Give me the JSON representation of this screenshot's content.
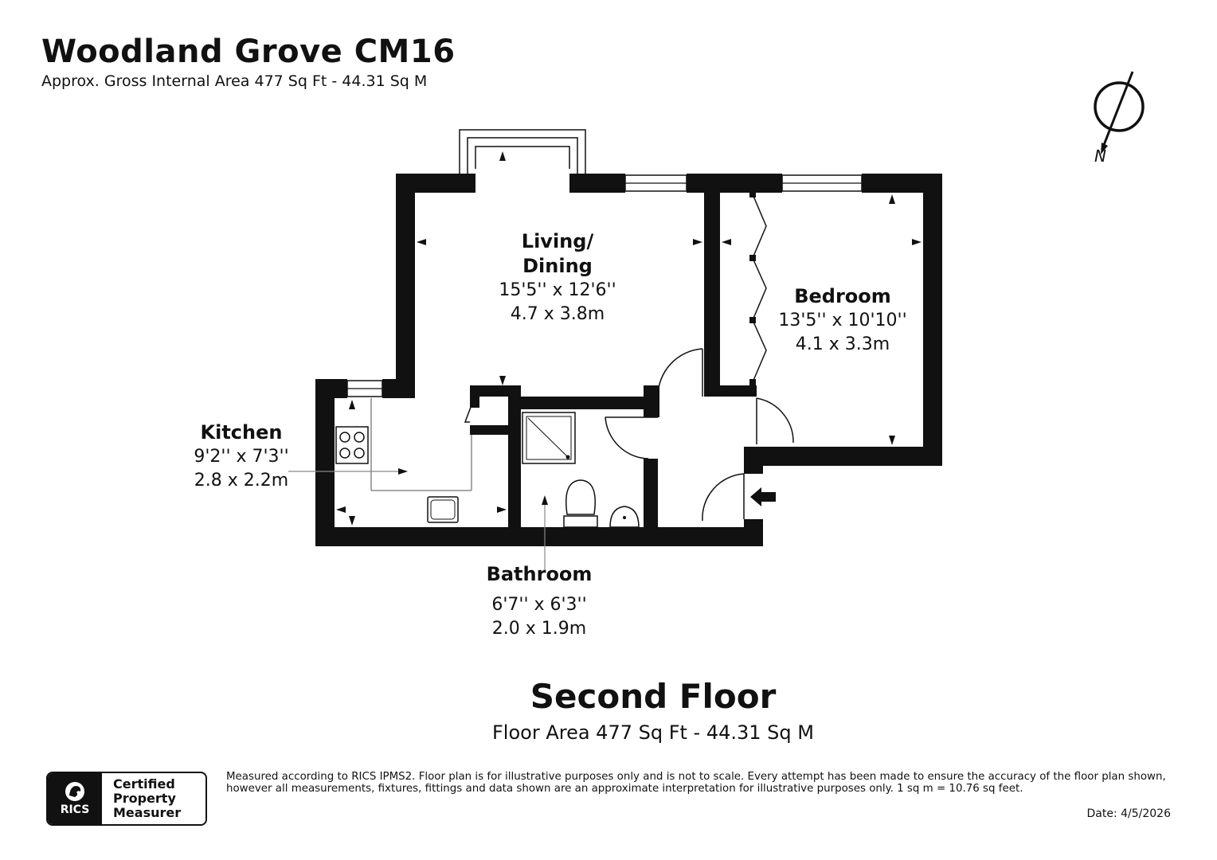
{
  "header": {
    "title": "Woodland Grove CM16",
    "subtitle": "Approx. Gross Internal Area 477 Sq Ft - 44.31 Sq M"
  },
  "compass": {
    "north_label": "N"
  },
  "rooms": {
    "living": {
      "name_line1": "Living/",
      "name_line2": "Dining",
      "dim_imperial": "15'5'' x 12'6''",
      "dim_metric": "4.7 x 3.8m"
    },
    "bedroom": {
      "name": "Bedroom",
      "dim_imperial": "13'5'' x 10'10''",
      "dim_metric": "4.1 x 3.3m"
    },
    "kitchen": {
      "name": "Kitchen",
      "dim_imperial": "9'2'' x 7'3''",
      "dim_metric": "2.8 x 2.2m"
    },
    "bathroom": {
      "name": "Bathroom",
      "dim_imperial": "6'7'' x 6'3''",
      "dim_metric": "2.0 x 1.9m"
    }
  },
  "floor": {
    "name": "Second Floor",
    "area": "Floor Area 477 Sq Ft - 44.31 Sq M"
  },
  "footer": {
    "badge_logo": "RICS",
    "badge_line1": "Certified",
    "badge_line2": "Property",
    "badge_line3": "Measurer",
    "disclaimer_line1": "Measured according to RICS IPMS2. Floor plan is for illustrative purposes only and is not to scale. Every attempt has been made to ensure the accuracy of the floor plan shown,",
    "disclaimer_line2": "however all measurements, fixtures, fittings and data shown are an approximate interpretation for illustrative purposes only. 1 sq m = 10.76 sq feet.",
    "date": "Date: 4/5/2026"
  },
  "colors": {
    "wall": "#111111",
    "line": "#888888",
    "background": "#ffffff"
  }
}
